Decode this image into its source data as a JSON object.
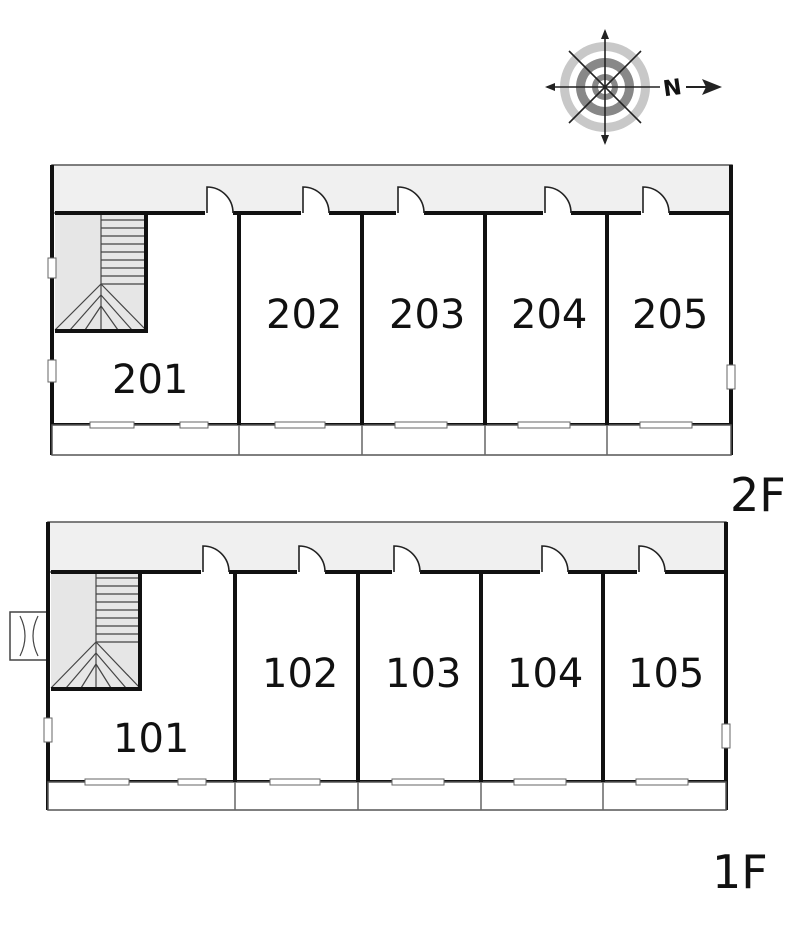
{
  "compass": {
    "icon": "compass-rose-icon",
    "north_label": "N"
  },
  "floors": [
    {
      "id": "2F",
      "label": "2F",
      "stair_room": "201",
      "rooms": [
        "202",
        "203",
        "204",
        "205"
      ]
    },
    {
      "id": "1F",
      "label": "1F",
      "stair_room": "101",
      "rooms": [
        "102",
        "103",
        "104",
        "105"
      ]
    }
  ],
  "colors": {
    "wall": "#111111",
    "corridor_fill": "#f0f0f0",
    "stair_fill": "#e6e6e6",
    "compass_ring_dark": "#777777",
    "compass_ring_light": "#c8c8c8"
  }
}
